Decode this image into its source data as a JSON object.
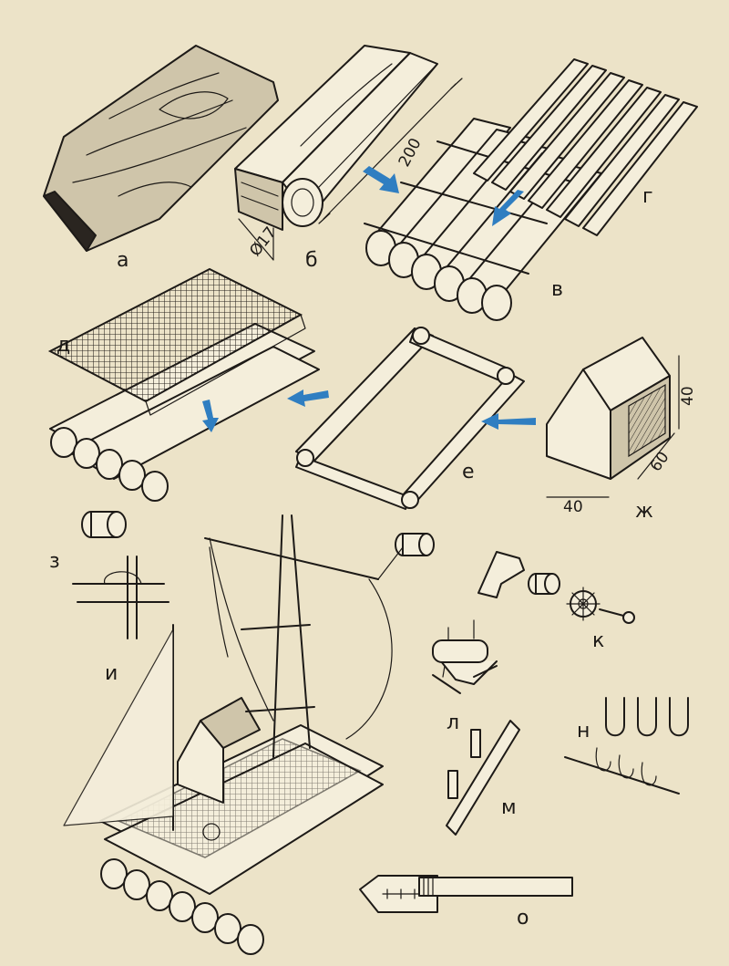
{
  "labels": {
    "a": "а",
    "b": "б",
    "v": "в",
    "g": "г",
    "d": "д",
    "e": "е",
    "zh": "ж",
    "z": "з",
    "i": "и",
    "k": "к",
    "l": "л",
    "m": "м",
    "n": "н",
    "o": "о"
  },
  "dimensions": {
    "log_length": "200",
    "log_diameter": "Ø17",
    "hut_height": "40",
    "hut_depth": "60",
    "hut_width": "40"
  },
  "colors": {
    "paper": "#ece3c8",
    "ink": "#1d1a17",
    "arrow": "#2f7ec1"
  }
}
